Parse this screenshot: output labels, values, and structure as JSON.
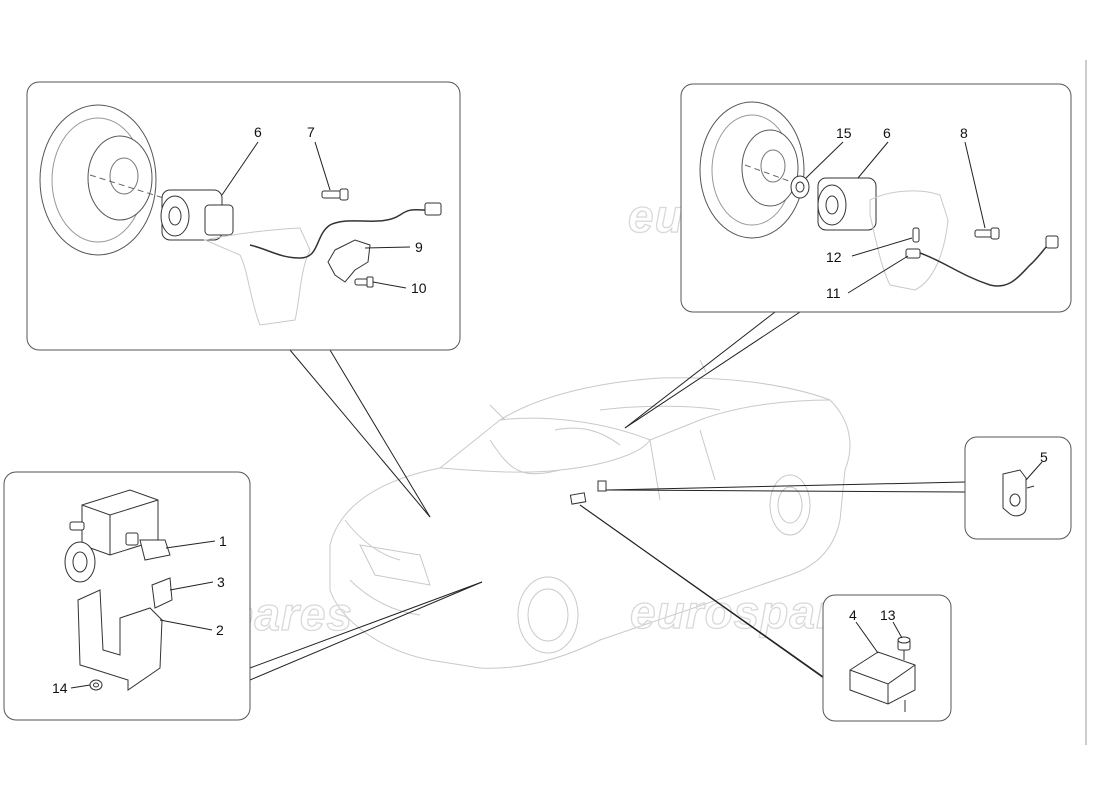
{
  "watermark": {
    "text": "eurospares"
  },
  "callouts": {
    "c1": "1",
    "c2": "2",
    "c3": "3",
    "c4": "4",
    "c5": "5",
    "c6_front": "6",
    "c6_rear": "6",
    "c7": "7",
    "c8": "8",
    "c9": "9",
    "c10": "10",
    "c11": "11",
    "c12": "12",
    "c13": "13",
    "c14": "14",
    "c15": "15"
  },
  "groups": [
    "front-wheel-hub-sensor",
    "rear-wheel-hub-sensor",
    "abs-control-unit",
    "sensor-bracket",
    "yaw-sensor"
  ]
}
